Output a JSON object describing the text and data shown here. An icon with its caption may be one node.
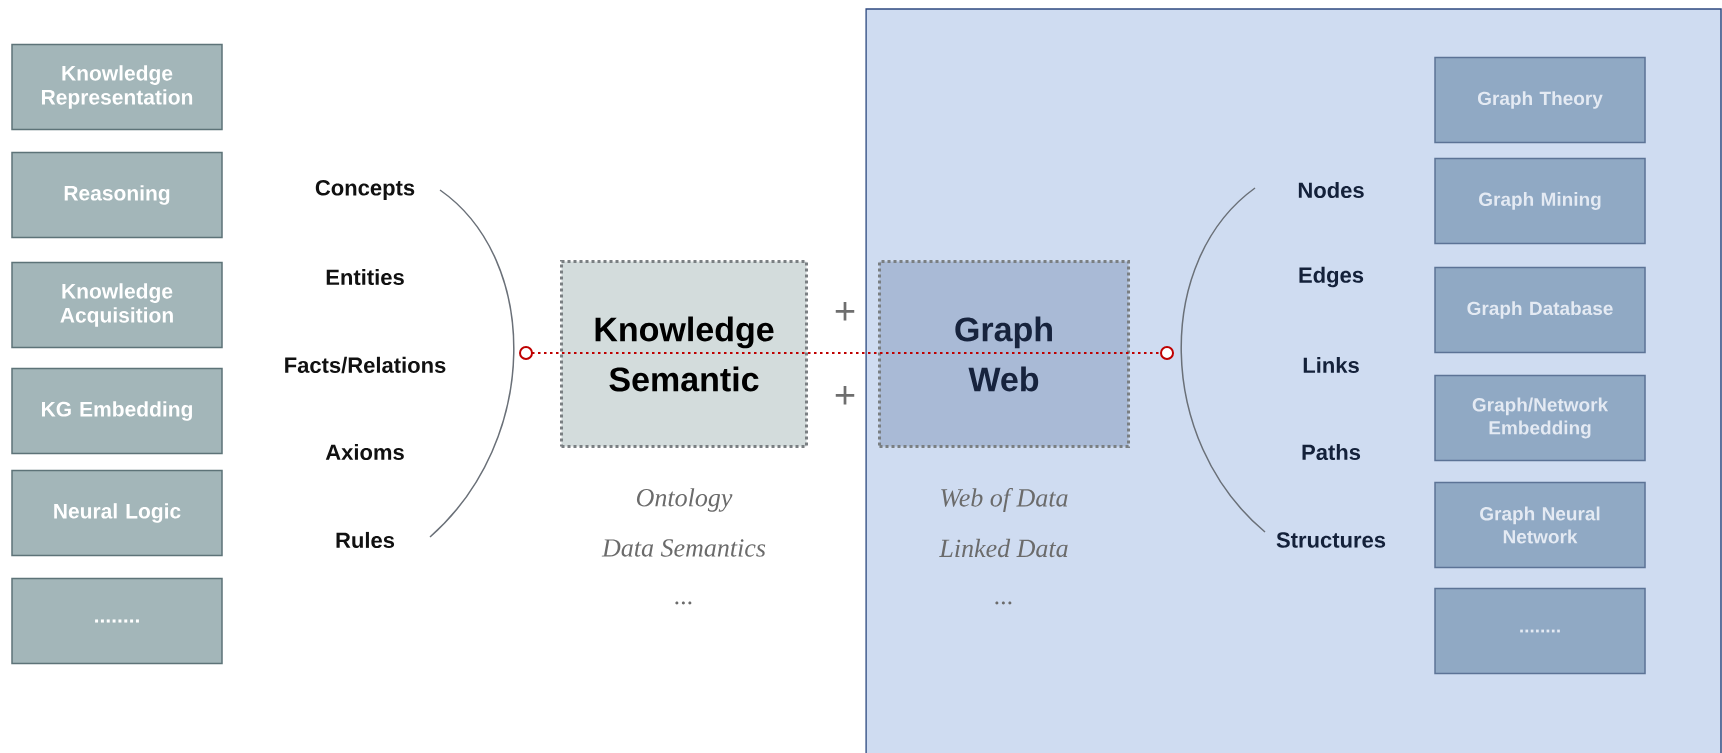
{
  "diagram": {
    "nodes": [
      {
        "text": [
          "Knowledge Representation"
        ]
      },
      {
        "text": [
          "Reasoning"
        ]
      },
      {
        "text": [
          "Knowledge Acquisition"
        ]
      },
      {
        "text": [
          "KG Embedding"
        ]
      },
      {
        "text": [
          "Neural Logic"
        ]
      },
      {
        "text": [
          "........"
        ]
      },
      {
        "text": [
          "Knowledge",
          "Semantic"
        ],
        "beside": [
          "Ontology",
          "Data Semantics",
          "..."
        ]
      },
      {
        "text": [
          "Graph",
          "Web"
        ],
        "beside": [
          "Web of Data",
          "Linked Data",
          "..."
        ]
      },
      {
        "text": [
          "Graph Theory"
        ]
      },
      {
        "text": [
          "Graph Mining"
        ]
      },
      {
        "text": [
          "Graph Database"
        ]
      },
      {
        "text": [
          "Graph/Network Embedding"
        ]
      },
      {
        "text": [
          "Graph Neural Network"
        ]
      },
      {
        "text": [
          "........"
        ]
      }
    ],
    "labels": [
      "+",
      "+",
      "Concepts",
      "Entities",
      "Facts/Relations",
      "Axioms",
      "Rules",
      "Nodes",
      "Edges",
      "Links",
      "Paths",
      "Structures"
    ]
  }
}
